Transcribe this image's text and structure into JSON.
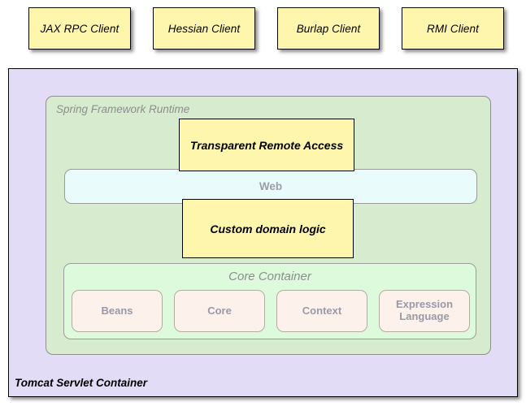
{
  "clients": [
    {
      "label": "JAX RPC Client"
    },
    {
      "label": "Hessian Client"
    },
    {
      "label": "Burlap Client"
    },
    {
      "label": "RMI Client"
    }
  ],
  "tomcat": {
    "label": "Tomcat Servlet Container",
    "fill": "#e3dcf6"
  },
  "spring": {
    "label": "Spring Framework Runtime",
    "fill": "#d7ecce"
  },
  "web": {
    "label": "Web",
    "fill": "#e9fcfb"
  },
  "core_container": {
    "label": "Core Container",
    "fill": "#ddfadd",
    "modules": [
      {
        "label": "Beans"
      },
      {
        "label": "Core"
      },
      {
        "label": "Context"
      },
      {
        "label": "Expression Language"
      }
    ]
  },
  "callouts": [
    {
      "label": "Transparent Remote Access"
    },
    {
      "label": "Custom domain logic"
    }
  ],
  "colors": {
    "client_fill": "#fdf6ac",
    "callout_fill": "#fdf6ac",
    "module_fill": "#fdf1ec",
    "muted_text": "#8d8d8d",
    "module_text": "#9a9aa6"
  }
}
